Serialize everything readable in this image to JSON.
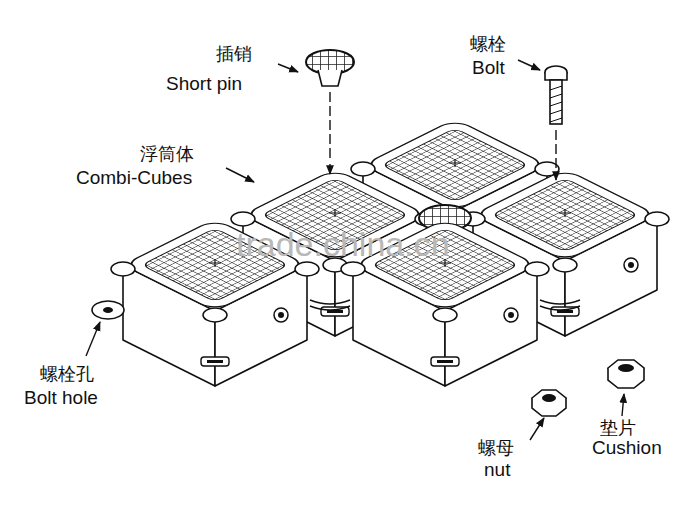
{
  "diagram": {
    "labels": [
      "插销",
      "Short pin",
      "螺栓",
      "Bolt",
      "浮筒体",
      "Combi-Cubes",
      "螺栓孔",
      "Bolt hole",
      "螺母",
      "nut",
      "垫片",
      "Cushion",
      "trade.china.cn"
    ]
  }
}
